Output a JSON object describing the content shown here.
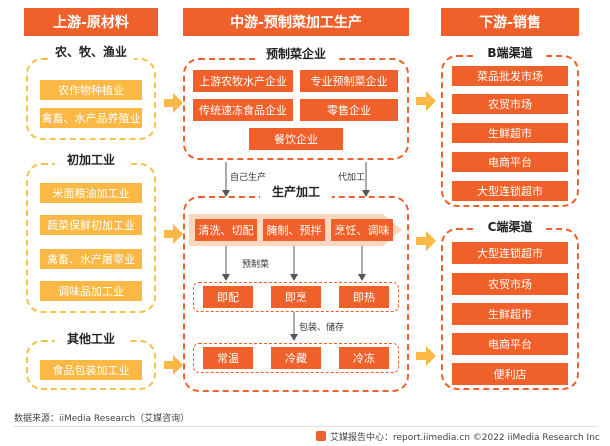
{
  "upstream": {
    "header": "上游-原材料",
    "groups": [
      {
        "title": "农、牧、渔业",
        "items": [
          "农作物种植业",
          "禽畜、水产品养殖业"
        ]
      },
      {
        "title": "初加工业",
        "items": [
          "米面粮油加工业",
          "蔬菜保鲜初加工业",
          "禽畜、水产屠宰业",
          "调味品加工业"
        ]
      },
      {
        "title": "其他工业",
        "items": [
          "食品包装加工业"
        ]
      }
    ]
  },
  "midstream": {
    "header": "中游-预制菜加工生产",
    "enterprise": {
      "title": "预制菜企业",
      "items": [
        "上游农牧水产企业",
        "专业预制菜企业",
        "传统速冻食品企业",
        "零售企业",
        "餐饮企业"
      ]
    },
    "self_production": "自己生产",
    "outsourcing": "代加工",
    "production": {
      "title": "生产加工",
      "steps": [
        "清洗、切配",
        "腌制、预拌",
        "烹饪、调味"
      ],
      "prepared_label": "预制菜",
      "types": [
        "即配",
        "即烹",
        "即热"
      ],
      "pack_label": "包装、储存",
      "storage": [
        "常温",
        "冷藏",
        "冷冻"
      ]
    }
  },
  "downstream": {
    "header": "下游-销售",
    "groups": [
      {
        "title": "B端渠道",
        "items": [
          "菜品批发市场",
          "农贸市场",
          "生鲜超市",
          "电商平台",
          "大型连锁超市"
        ]
      },
      {
        "title": "C端渠道",
        "items": [
          "大型连锁超市",
          "农贸市场",
          "生鲜超市",
          "电商平台",
          "便利店"
        ]
      }
    ]
  },
  "footer": {
    "source": "数据来源：iiMedia Research（艾媒咨询）",
    "credit": "艾媒报告中心：report.iimedia.cn  ©2022  iiMedia Research  Inc"
  },
  "colors": {
    "primary": "#f0602a",
    "accent": "#fbb845",
    "dash_yellow": "#f5c24a"
  }
}
